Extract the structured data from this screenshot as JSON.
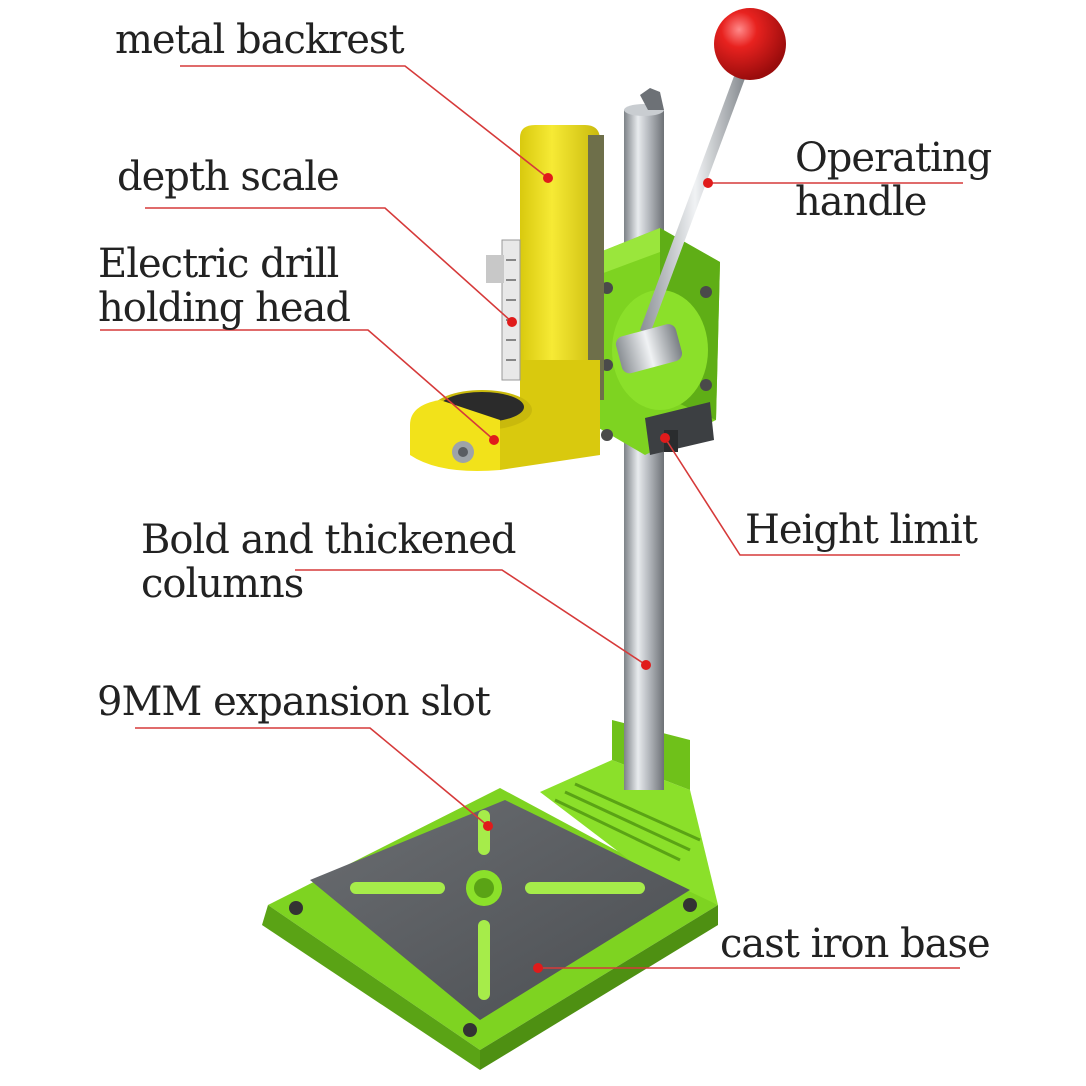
{
  "labels": {
    "metal_backrest": "metal backrest",
    "depth_scale": "depth scale",
    "drill_head_line1": "Electric drill",
    "drill_head_line2": "holding head",
    "operating_line1": "Operating",
    "operating_line2": "handle",
    "height_limit": "Height limit",
    "columns_line1": "Bold and thickened",
    "columns_line2": "columns",
    "slot": "9MM expansion slot",
    "base": "cast iron base"
  },
  "colors": {
    "green": "#7ed321",
    "green_dark": "#5aa315",
    "yellow": "#f2e21a",
    "yellow_dark": "#c8b80f",
    "steel": "#9ea3a8",
    "plate": "#5a5d61",
    "knob": "#e01b1b",
    "leader": "#d63a3a"
  }
}
